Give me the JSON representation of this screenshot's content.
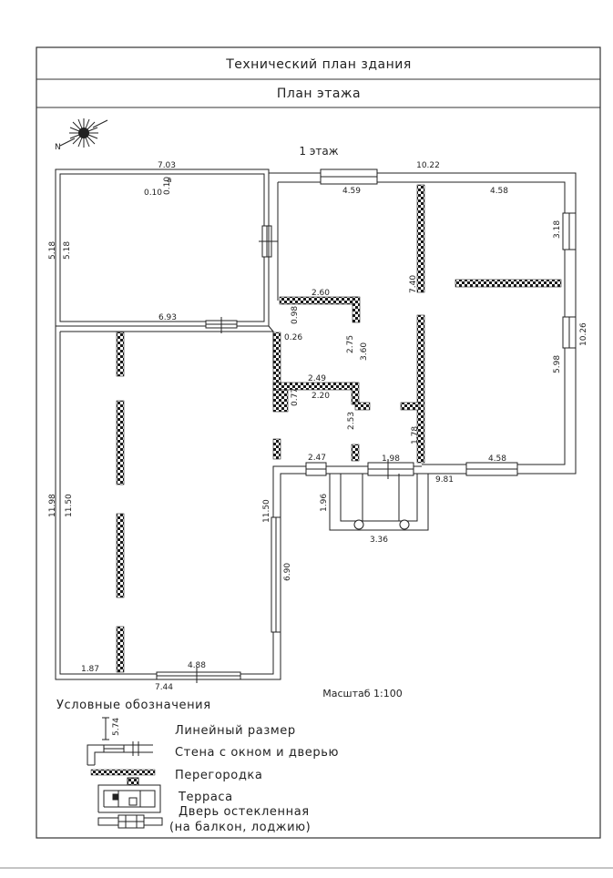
{
  "header": {
    "title": "Технический план здания",
    "subtitle": "План этажа"
  },
  "floor_label": "1 этаж",
  "scale_label": "Масштаб 1:100",
  "dimensions": {
    "top_left_width": "7.03",
    "small_a": "0.10",
    "small_b": "0.10",
    "small_mark": "a",
    "left_outer_h": "5.18",
    "left_inner_h": "5.18",
    "room1_bottom": "6.93",
    "top_right_width": "10.22",
    "hall_top": "4.59",
    "bedroom_top": "4.58",
    "window_right": "3.18",
    "partition_v": "7.40",
    "right_outer_h": "10.26",
    "right_inner_h": "5.98",
    "bath_top": "2.60",
    "bath_left": "0.98",
    "bath_right": "2.75",
    "bath_right2": "3.60",
    "small_026": "0.26",
    "wc_top": "2.49",
    "wc_bottom": "2.20",
    "wc_left": "0.77",
    "corridor_v": "2.53",
    "stair_v": "1.78",
    "bottom_247": "2.47",
    "bottom_198": "1.98",
    "bottom_458": "4.58",
    "bottom_981": "9.81",
    "terrace_h": "1.96",
    "terrace_w": "3.36",
    "big_left_outer": "11.98",
    "big_left_inner": "11.50",
    "big_right_inner": "11.50",
    "big_right_window": "6.90",
    "big_bottom_187": "1.87",
    "big_bottom_488": "4.88",
    "big_bottom_744": "7.44"
  },
  "legend": {
    "title": "Условные обозначения",
    "sample_dim": "5.74",
    "items": [
      "Линейный размер",
      "Стена с окном и дверью",
      "Перегородка",
      "Терраса",
      "Дверь остекленная",
      "(на балкон, лоджию)"
    ]
  },
  "compass_icon": "compass-rose-icon"
}
